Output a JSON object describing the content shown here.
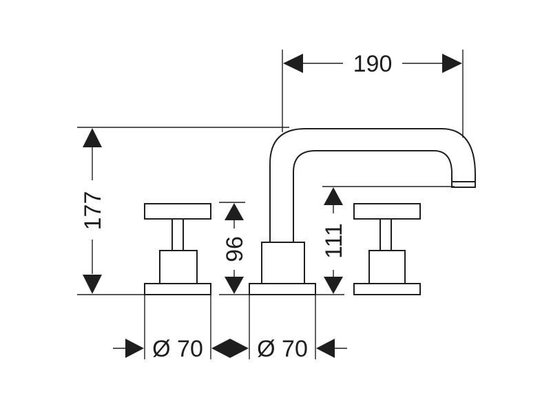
{
  "diagram": {
    "dimensions": {
      "spout_reach": "190",
      "overall_height": "177",
      "handle_height": "96",
      "spout_outlet_height": "111",
      "handle_base_diameter": "Ø 70",
      "spout_base_diameter": "Ø 70"
    },
    "colors": {
      "line": "#1e1e1e",
      "background": "#ffffff"
    }
  }
}
